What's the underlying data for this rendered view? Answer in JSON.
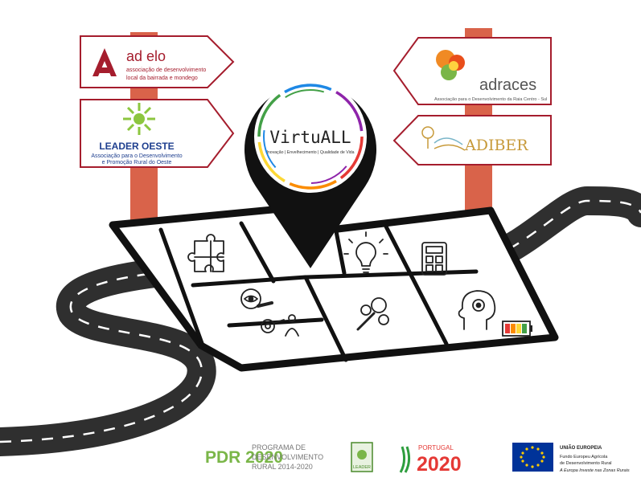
{
  "signs": {
    "adelo": {
      "name": "ad elo",
      "line1": "associação de desenvolvimento",
      "line2": "local da bairrada e mondego"
    },
    "leader_oeste": {
      "name": "LEADER OESTE",
      "line1": "Associação para o Desenvolvimento",
      "line2": "e Promoção Rural do Oeste"
    },
    "adraces": {
      "name": "adraces",
      "line1": "Associação para o Desenvolvimento da Raia Centro - Sul"
    },
    "adiber": {
      "name": "ADIBER"
    }
  },
  "pin": {
    "title": "VirtuALL",
    "subtitle": "Inovação | Envelhecimento | Qualidade de Vida"
  },
  "footer": {
    "pdr_logo": "PDR 2020",
    "pdr_line1": "PROGRAMA DE",
    "pdr_line2": "DESENVOLVIMENTO",
    "pdr_line3": "RURAL 2014-2020",
    "leader_logo": "LEADER",
    "portugal_label": "PORTUGAL",
    "portugal_year": "2020",
    "eu_title": "UNIÃO EUROPEIA",
    "eu_line1": "Fundo Europeu Agrícola",
    "eu_line2": "de Desenvolvimento Rural",
    "eu_line3": "A Europa Investe nas Zonas Rurais"
  },
  "colors": {
    "post": "#d9634a",
    "adelo_red": "#a51d2d",
    "leader_green": "#8cc63f",
    "leader_blue": "#1e3f8f",
    "adraces_orange": "#f08a24",
    "adiber_gold": "#c79a3a",
    "road": "#3a3a3a",
    "eu_blue": "#003399",
    "eu_yellow": "#ffcc00",
    "pdr_green": "#7ab648"
  },
  "icons": [
    "puzzle-icon",
    "lightbulb-icon",
    "calculator-icon",
    "magnifier-eye-icon",
    "target-person-icon",
    "brain-gears-icon",
    "head-gears-icon",
    "battery-icon"
  ]
}
